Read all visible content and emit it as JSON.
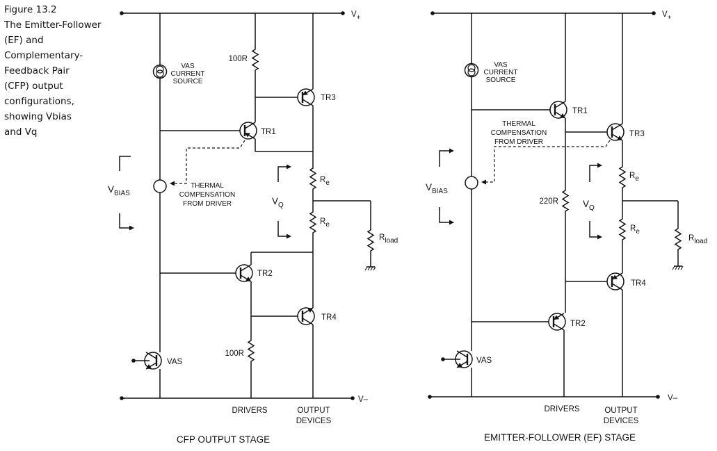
{
  "caption": {
    "figure_number": "Figure 13.2",
    "lines": [
      "The Emitter-Follower",
      "(EF) and",
      "Complementary-",
      "Feedback Pair",
      "(CFP) output",
      "configurations,",
      "showing Vbias",
      "and Vq"
    ]
  },
  "cfp": {
    "title": "CFP OUTPUT STAGE",
    "v_plus": "V",
    "v_plus_sub": "+",
    "v_minus": "V–",
    "vas_source": [
      "VAS",
      "CURRENT",
      "SOURCE"
    ],
    "r_top": "100R",
    "r_bottom": "100R",
    "tr1": "TR1",
    "tr2": "TR2",
    "tr3": "TR3",
    "tr4": "TR4",
    "vas": "VAS",
    "vbias": "V",
    "vbias_sub": "BIAS",
    "thermal": [
      "THERMAL",
      "COMPENSATION",
      "FROM DRIVER"
    ],
    "vq": "V",
    "vq_sub": "Q",
    "re": "R",
    "re_sub": "e",
    "rload": "R",
    "rload_sub": "load",
    "drivers": "DRIVERS",
    "output_devices": [
      "OUTPUT",
      "DEVICES"
    ]
  },
  "ef": {
    "title": "EMITTER-FOLLOWER (EF) STAGE",
    "v_plus": "V",
    "v_plus_sub": "+",
    "v_minus": "V–",
    "vas_source": [
      "VAS",
      "CURRENT",
      "SOURCE"
    ],
    "r_mid": "220R",
    "tr1": "TR1",
    "tr2": "TR2",
    "tr3": "TR3",
    "tr4": "TR4",
    "vas": "VAS",
    "vbias": "V",
    "vbias_sub": "BIAS",
    "thermal": [
      "THERMAL",
      "COMPENSATION",
      "FROM DRIVER"
    ],
    "vq": "V",
    "vq_sub": "Q",
    "re": "R",
    "re_sub": "e",
    "rload": "R",
    "rload_sub": "load",
    "drivers": "DRIVERS",
    "output_devices": [
      "OUTPUT",
      "DEVICES"
    ]
  }
}
